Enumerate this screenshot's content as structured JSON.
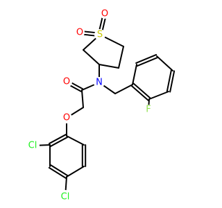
{
  "molecule": {
    "atom_labels": {
      "sulfur": "S",
      "sulfone_oxygen_left": "O",
      "sulfone_oxygen_top": "O",
      "amide_nitrogen": "N",
      "carbonyl_oxygen": "O",
      "ether_oxygen": "O",
      "fluorine": "F",
      "chlorine_ortho": "Cl",
      "chlorine_para": "Cl"
    },
    "colors": {
      "bond": "#000000",
      "carbon": "#000000",
      "sulfur": "#c8c800",
      "oxygen": "#ff0000",
      "nitrogen": "#0000ff",
      "fluorine": "#90e050",
      "chlorine": "#1ff01f"
    }
  }
}
